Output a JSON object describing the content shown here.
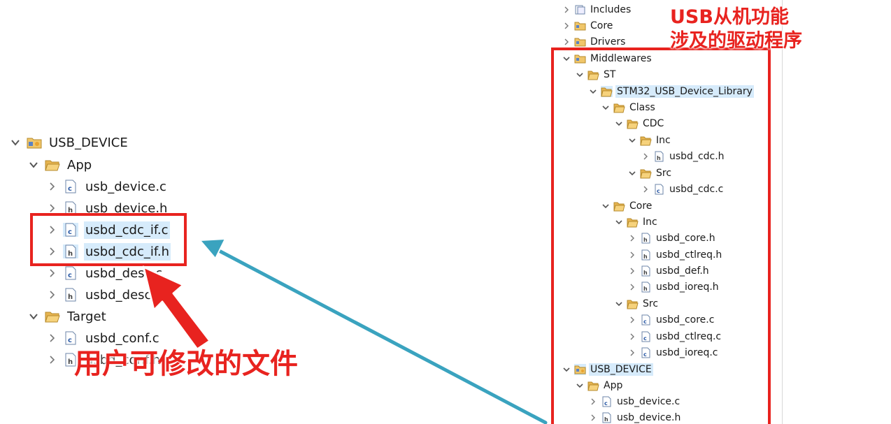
{
  "left_tree": {
    "root": "USB_DEVICE",
    "app_folder": "App",
    "app_files": [
      "usb_device.c",
      "usb_device.h",
      "usbd_cdc_if.c",
      "usbd_cdc_if.h",
      "usbd_desc.c",
      "usbd_desc.h"
    ],
    "target_folder": "Target",
    "target_files": [
      "usbd_conf.c",
      "usbd_conf.h"
    ]
  },
  "right_tree": {
    "includes": "Includes",
    "core": "Core",
    "drivers": "Drivers",
    "middlewares": "Middlewares",
    "st": "ST",
    "library": "STM32_USB_Device_Library",
    "class": "Class",
    "cdc": "CDC",
    "cdc_inc": "Inc",
    "cdc_inc_files": [
      "usbd_cdc.h"
    ],
    "cdc_src": "Src",
    "cdc_src_files": [
      "usbd_cdc.c"
    ],
    "lib_core": "Core",
    "core_inc": "Inc",
    "core_inc_files": [
      "usbd_core.h",
      "usbd_ctlreq.h",
      "usbd_def.h",
      "usbd_ioreq.h"
    ],
    "core_src": "Src",
    "core_src_files": [
      "usbd_core.c",
      "usbd_ctlreq.c",
      "usbd_ioreq.c"
    ],
    "usb_device": "USB_DEVICE",
    "app": "App",
    "app_files": [
      "usb_device.c",
      "usb_device.h"
    ]
  },
  "annotations": {
    "right_label_line1": "USB从机功能",
    "right_label_line2": "涉及的驱动程序",
    "left_label": "用户可修改的文件",
    "highlight_color": "#e8231f",
    "arrow_teal_color": "#3aa3bf"
  }
}
